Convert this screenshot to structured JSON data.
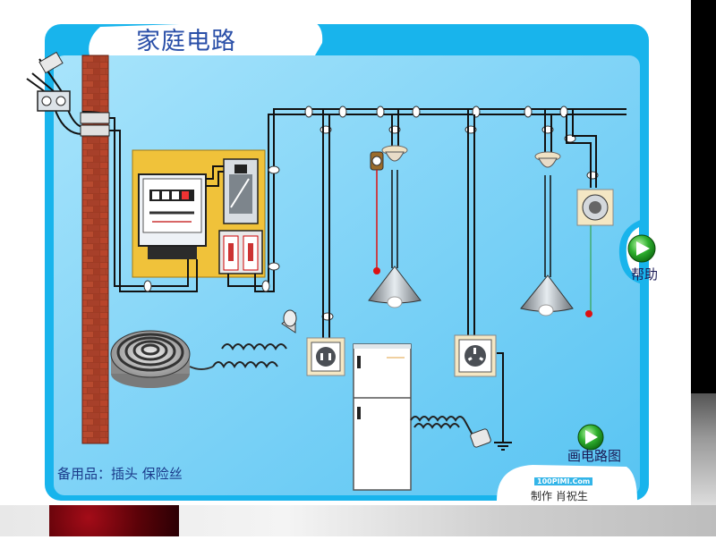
{
  "page": {
    "title": "家庭电路",
    "spare_parts": "备用品：插头   保险丝",
    "help_button": "帮助",
    "draw_circuit_button": "画电路图",
    "credit_logo": "100PIMI.Com",
    "credit_author": "制作  肖祝生"
  },
  "colors": {
    "panel_blue": "#7fd3f7",
    "frame_blue": "#18b4ec",
    "brick_red": "#a33a23",
    "wire": "#111111",
    "meter_board": "#f0c23a",
    "button_green": "#2fb02f"
  },
  "icons": [
    "brick-wall-icon",
    "electric-meter-icon",
    "knife-switch-icon",
    "fuse-box-icon",
    "socket-icon",
    "lamp-icon",
    "pull-switch-icon",
    "refrigerator-icon",
    "hotplate-icon",
    "plug-icon",
    "ground-icon",
    "play-icon"
  ]
}
